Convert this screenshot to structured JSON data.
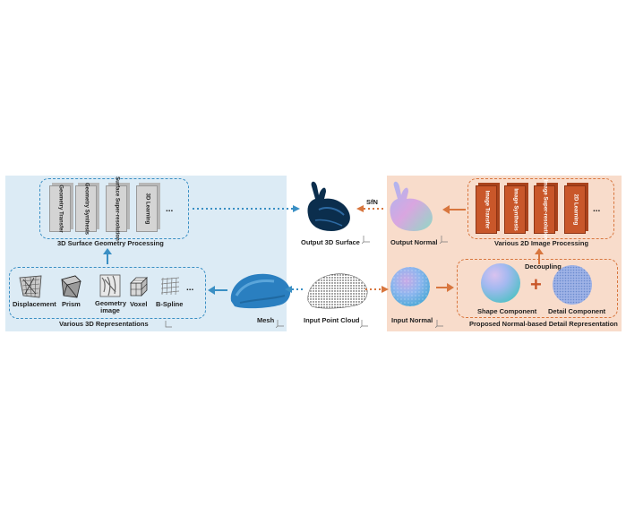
{
  "left_panel": {
    "geometry_processing": {
      "cards": [
        "Geometry Transfer",
        "Geometry Synthesis",
        "Surface Super-resolution",
        "3D Learning"
      ],
      "ellipsis": "...",
      "title": "3D Surface Geometry Processing"
    },
    "representations": {
      "items": [
        "Displacement",
        "Prism",
        "Geometry image",
        "Voxel",
        "B-Spline"
      ],
      "ellipsis": "...",
      "title": "Various 3D Representations"
    },
    "mesh_label": "Mesh"
  },
  "center": {
    "output_surface_label": "Output  3D Surface",
    "sfn_label": "SfN",
    "input_point_cloud_label": "Input Point Cloud"
  },
  "right_panel": {
    "output_normal_label": "Output Normal",
    "image_processing": {
      "cards": [
        "Image Transfer",
        "Image Synthesis",
        "Image Super-resolution",
        "2D Learning"
      ],
      "ellipsis": "...",
      "title": "Various 2D Image Processing"
    },
    "input_normal_label": "Input Normal",
    "decoupling_label": "Decoupling",
    "shape_component_label": "Shape Component",
    "detail_component_label": "Detail Component",
    "plus_sign": "+",
    "representation_title": "Proposed Normal-based Detail Representation"
  },
  "colors": {
    "blue_panel": "#dcebf5",
    "orange_panel": "#f8dccb",
    "blue_accent": "#3a8fc4",
    "orange_accent": "#d8763e",
    "card_2d": "#c9572a",
    "card_3d": "#d4d4d4"
  }
}
